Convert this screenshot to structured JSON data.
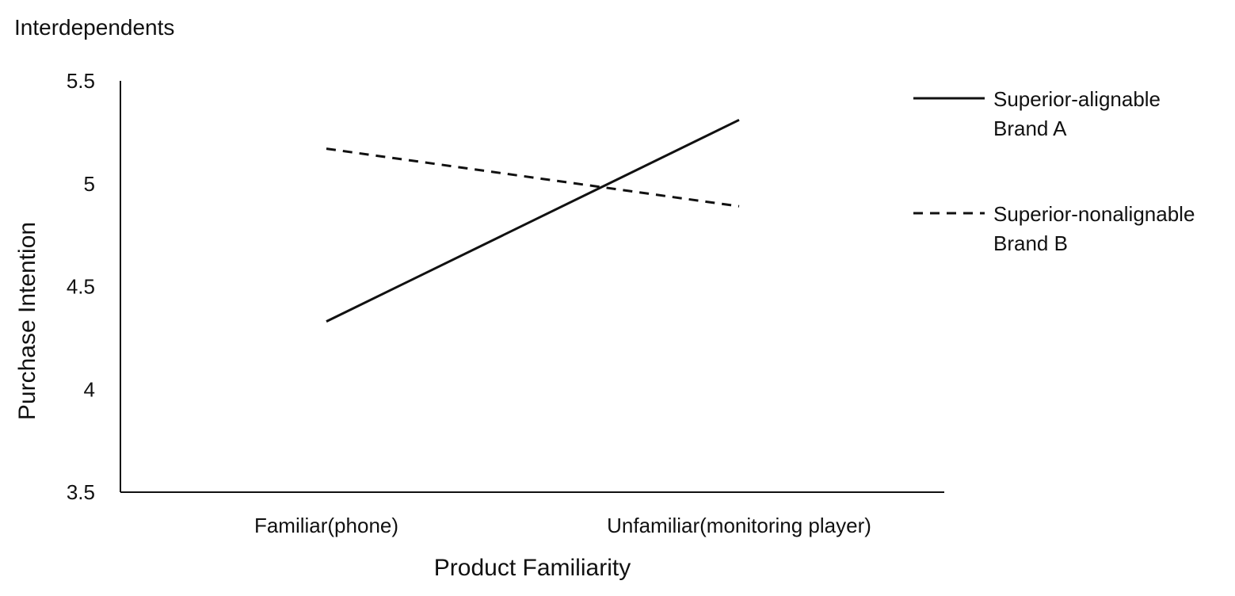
{
  "chart_data": {
    "type": "line",
    "title": "Interdependents",
    "xlabel": "Product Familiarity",
    "ylabel": "Purchase Intention",
    "categories": [
      "Familiar(phone)",
      "Unfamiliar(monitoring player)"
    ],
    "ylim": [
      3.5,
      5.5
    ],
    "yticks": [
      "3.5",
      "4",
      "4.5",
      "5",
      "5.5"
    ],
    "grid": false,
    "legend_position": "right",
    "series": [
      {
        "name_line1": "Superior-alignable",
        "name_line2": "Brand A",
        "style": "solid",
        "values": [
          4.33,
          5.31
        ]
      },
      {
        "name_line1": "Superior-nonalignable",
        "name_line2": "Brand B",
        "style": "dashed",
        "values": [
          5.17,
          4.89
        ]
      }
    ],
    "colors": {
      "line": "#111111",
      "axis": "#111111"
    }
  }
}
